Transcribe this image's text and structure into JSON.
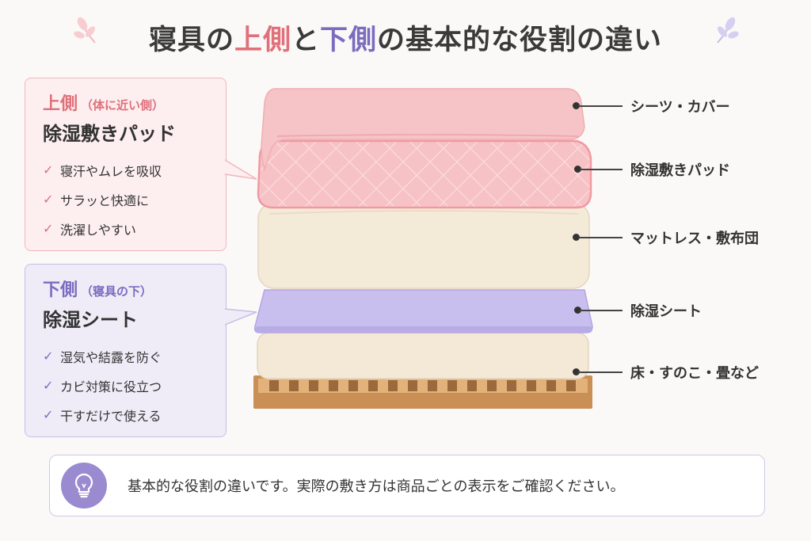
{
  "title": {
    "part1": "寝具の",
    "upper": "上側",
    "part2": "と",
    "lower": "下側",
    "part3": "の基本的な役割の違い"
  },
  "upper_callout": {
    "heading": "上側",
    "sub": "（体に近い側）",
    "name": "除湿敷きパッド",
    "items": [
      "寝汗やムレを吸収",
      "サラッと快適に",
      "洗濯しやすい"
    ]
  },
  "lower_callout": {
    "heading": "下側",
    "sub": "（寝具の下）",
    "name": "除湿シート",
    "items": [
      "湿気や結露を防ぐ",
      "カビ対策に役立つ",
      "干すだけで使える"
    ]
  },
  "layer_labels": [
    "シーツ・カバー",
    "除湿敷きパッド",
    "マットレス・敷布団",
    "除湿シート",
    "床・すのこ・畳など"
  ],
  "check_glyph": "✓",
  "note": {
    "icon": "lightbulb-icon",
    "text": "基本的な役割の違いです。実際の敷き方は商品ごとの表示をご確認ください。"
  },
  "colors": {
    "upper_accent": "#e0707a",
    "lower_accent": "#7b6cc0",
    "cover": "#f6c4c6",
    "pad": "#f4b9bd",
    "mattress": "#f3e9d6",
    "sheet": "#c9bfee",
    "slats": "#d9a66a"
  }
}
